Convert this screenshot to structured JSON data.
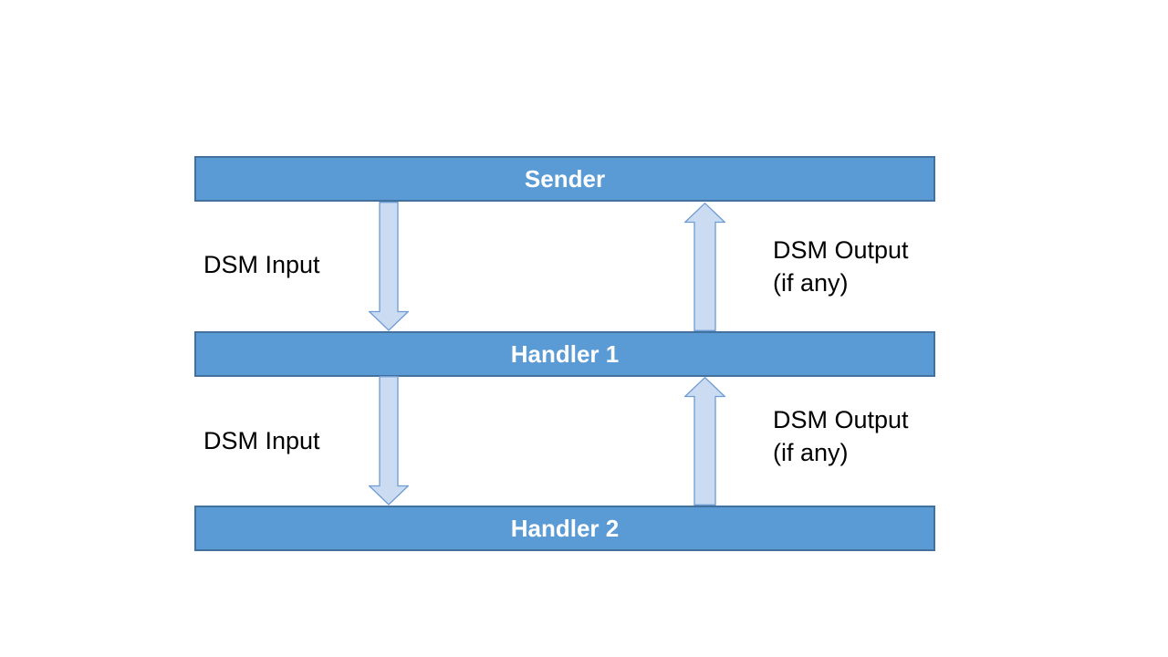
{
  "boxes": {
    "sender": {
      "label": "Sender"
    },
    "handler1": {
      "label": "Handler 1"
    },
    "handler2": {
      "label": "Handler 2"
    }
  },
  "flow_labels": {
    "input1": "DSM Input",
    "output1": {
      "line1": "DSM Output",
      "line2": "(if any)"
    },
    "input2": "DSM Input",
    "output2": {
      "line1": "DSM Output",
      "line2": "(if any)"
    }
  },
  "arrows": [
    {
      "name": "sender-to-handler1",
      "direction": "down",
      "label": "DSM Input"
    },
    {
      "name": "handler1-to-sender",
      "direction": "up",
      "label": "DSM Output (if any)"
    },
    {
      "name": "handler1-to-handler2",
      "direction": "down",
      "label": "DSM Input"
    },
    {
      "name": "handler2-to-handler1",
      "direction": "up",
      "label": "DSM Output (if any)"
    }
  ],
  "colors": {
    "box_fill": "#5b9bd5",
    "box_border": "#41719c",
    "box_text": "#ffffff",
    "arrow_fill": "#cbdcf2",
    "arrow_border": "#6d9bd3",
    "label_text": "#000000",
    "background": "#ffffff"
  }
}
